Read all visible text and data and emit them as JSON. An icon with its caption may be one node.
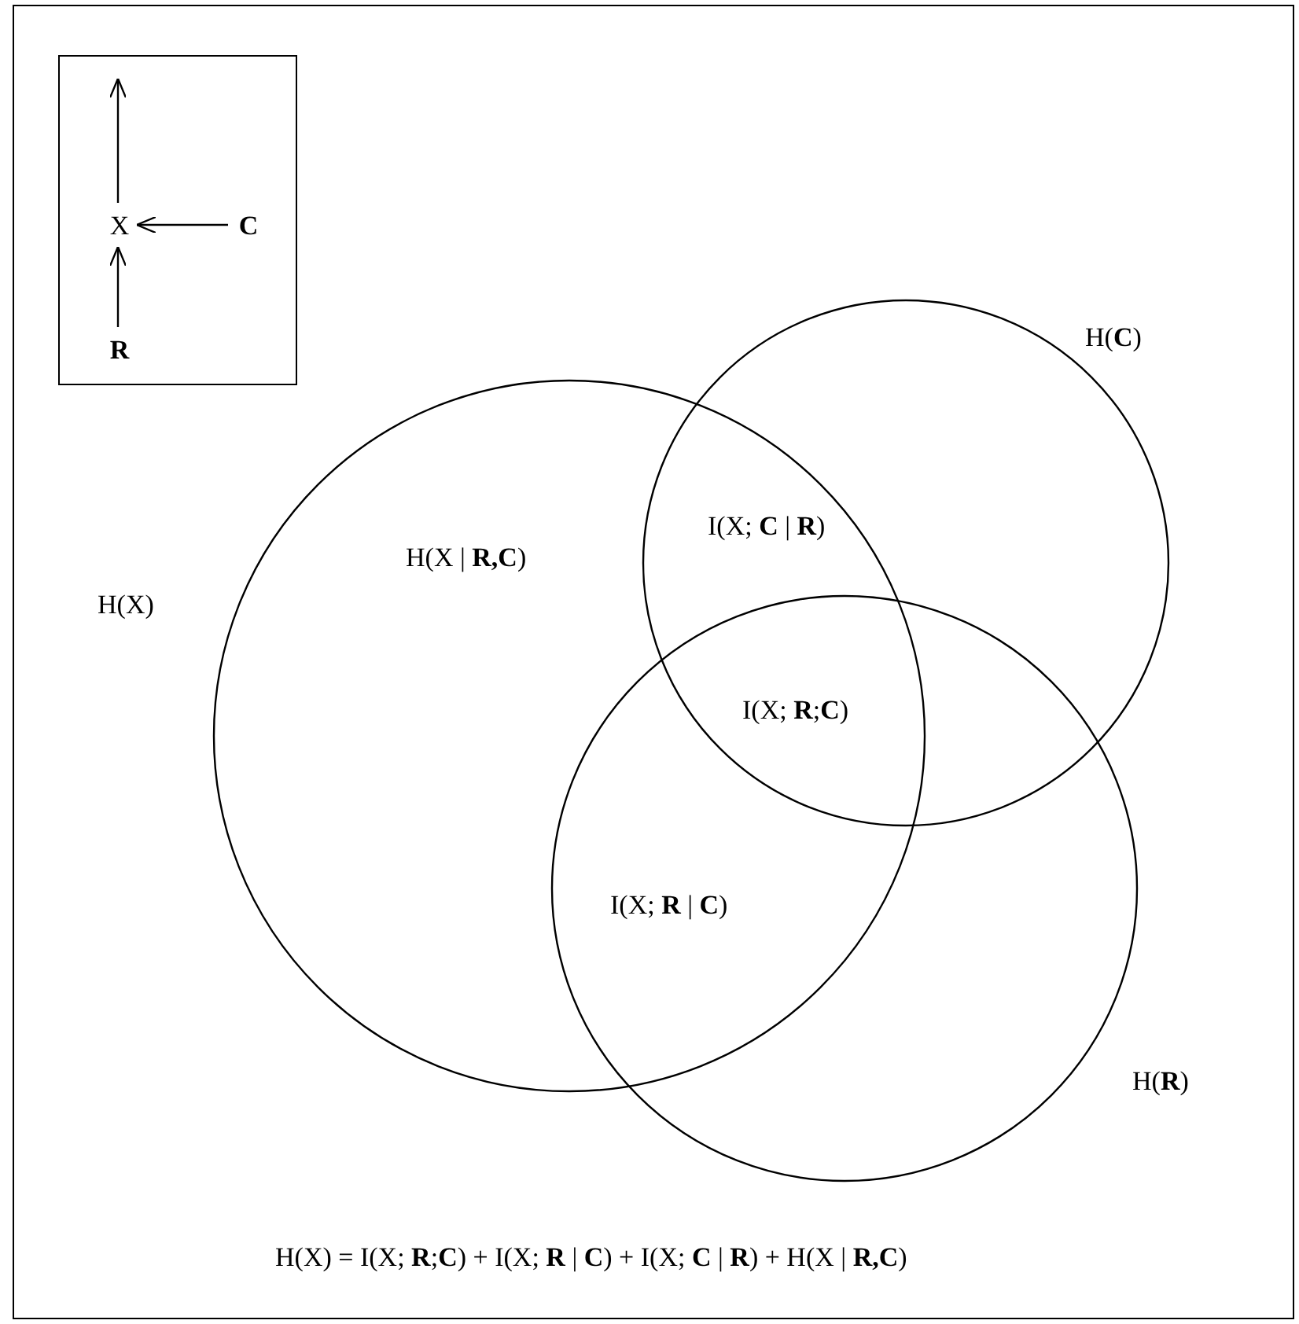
{
  "diagram": {
    "nodes": [
      {
        "text": [],
        "shape": "box"
      },
      {
        "text": [
          "X"
        ],
        "in": 0
      },
      {
        "text": [
          "C"
        ],
        "in": 0
      },
      {
        "text": [
          "R"
        ],
        "in": 0
      },
      {
        "text": [
          "H(X)"
        ]
      },
      {
        "text": [
          "H(**C**)"
        ]
      },
      {
        "text": [
          "H(**R**)"
        ]
      }
    ],
    "edges": [
      {
        "from": 2,
        "to": 1,
        "arrow": "to"
      },
      {
        "from": 3,
        "to": 1,
        "arrow": "to"
      },
      {
        "from": 1,
        "to": null,
        "arrow": "to"
      }
    ],
    "labels": [
      "I(X; **C** | **R**)",
      "H(X | **R,C**)",
      "I(X; **R**;**C**)",
      "I(X; **R** | **C**)",
      "H(X) = I(X; **R**;**C**) + I(X; **R** | **C**) + I(X; **C** | **R**) + H(X | **R,C**)"
    ]
  }
}
